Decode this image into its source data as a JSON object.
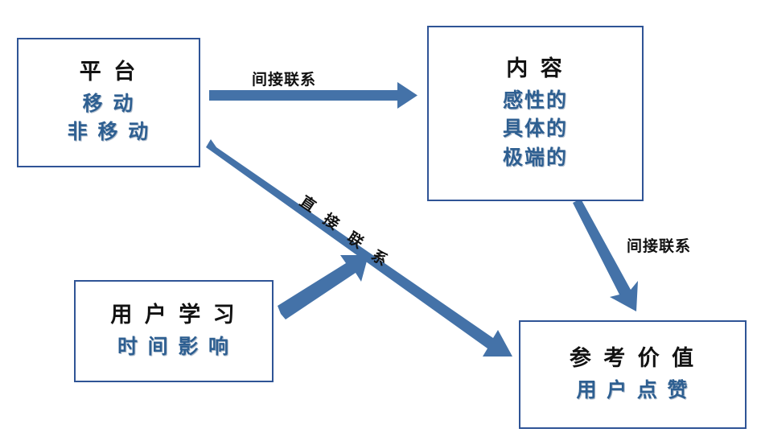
{
  "diagram": {
    "type": "flow-diagram",
    "background": "#ffffff",
    "palette": {
      "box_border": "#2f5496",
      "arrow_fill": "#4472a8",
      "title_text": "#121212",
      "sub_text": "#2e5f91"
    },
    "nodes": [
      {
        "id": "platform",
        "title": "平 台",
        "items": [
          "移 动",
          "非 移 动"
        ]
      },
      {
        "id": "content",
        "title": "内 容",
        "items": [
          "感性的",
          "具体的",
          "极端的"
        ]
      },
      {
        "id": "user-learning",
        "title": "用 户 学 习",
        "items": [
          "时 间 影 响"
        ]
      },
      {
        "id": "reference",
        "title": "参 考 价 值",
        "items": [
          "用 户 点 赞"
        ]
      }
    ],
    "edges": [
      {
        "id": "platform-to-content",
        "label": "间接联系",
        "from": "platform",
        "to": "content"
      },
      {
        "id": "platform-to-reference",
        "label": "直接联系",
        "label_chars": [
          "直",
          "接",
          "联",
          "系"
        ],
        "from": "platform",
        "to": "reference"
      },
      {
        "id": "user-learning-to-link",
        "label": "",
        "from": "user-learning",
        "to": "platform-to-reference"
      },
      {
        "id": "content-to-reference",
        "label": "间接联系",
        "from": "content",
        "to": "reference"
      }
    ]
  }
}
